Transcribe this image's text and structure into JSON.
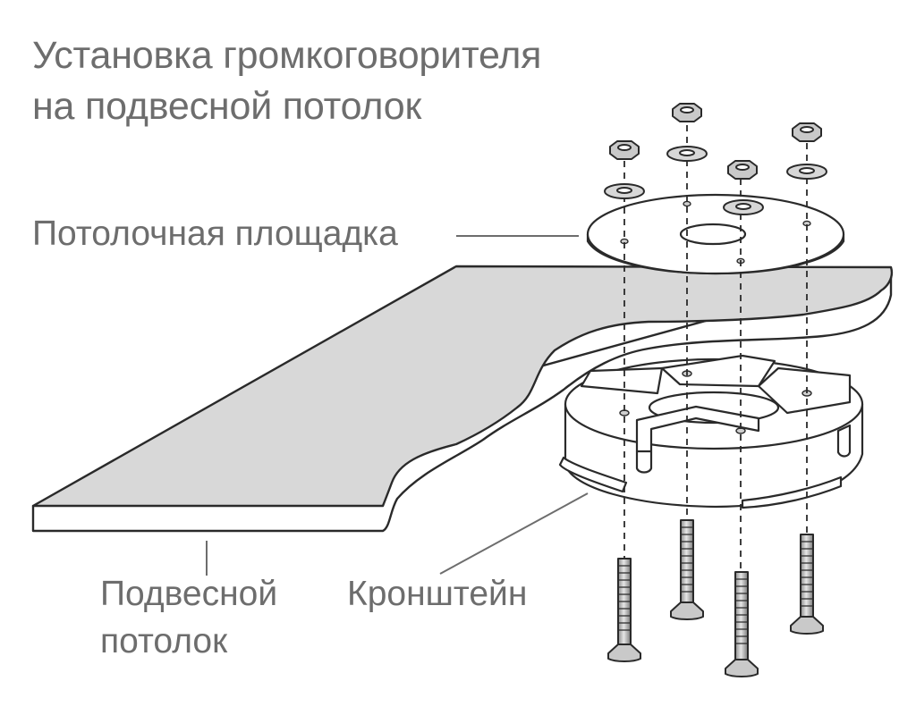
{
  "title": {
    "line1": "Установка громкоговорителя",
    "line2": "на подвесной потолок"
  },
  "labels": {
    "ceiling_plate": "Потолочная площадка",
    "suspended_ceiling_line1": "Подвесной",
    "suspended_ceiling_line2": "потолок",
    "bracket": "Кронштейн"
  },
  "parts": {
    "nuts": 4,
    "washers": 4,
    "screws": 4
  },
  "colors": {
    "text": "#6d6d6d",
    "ceiling_fill": "#d8d8d8",
    "line": "#2a2a2a",
    "metal": "#bdbdbd"
  }
}
